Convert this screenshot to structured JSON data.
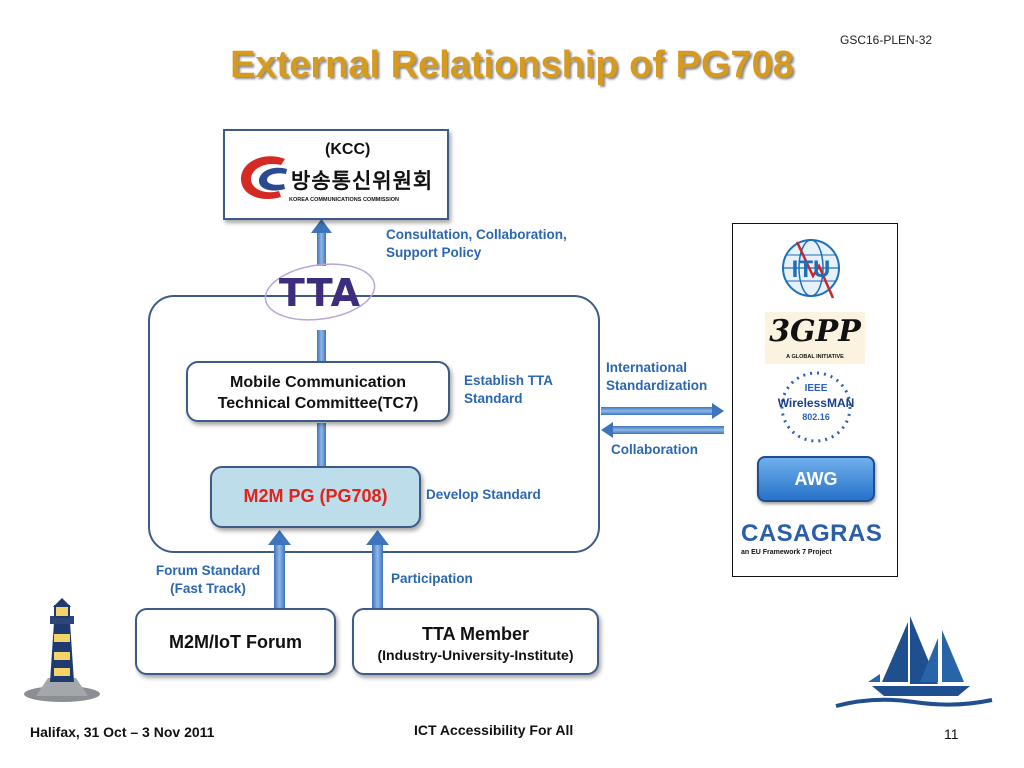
{
  "header": {
    "doc_id": "GSC16-PLEN-32",
    "title": "External Relationship of PG708"
  },
  "diagram": {
    "kcc": {
      "abbr": "(KCC)",
      "korean_name": "방송통신위원회",
      "english_name": "KOREA COMMUNICATIONS COMMISSION"
    },
    "tta_logo": "TTA",
    "tc7": {
      "line1": "Mobile Communication",
      "line2": "Technical Committee(TC7)"
    },
    "pg": "M2M PG (PG708)",
    "forum": "M2M/IoT Forum",
    "member": {
      "title": "TTA Member",
      "subtitle": "(Industry-University-Institute)"
    },
    "labels": {
      "consultation_1": "Consultation, Collaboration,",
      "consultation_2": "Support Policy",
      "establish_1": "Establish TTA",
      "establish_2": "Standard",
      "develop": "Develop Standard",
      "forum_std_1": "Forum Standard",
      "forum_std_2": "(Fast Track)",
      "participation": "Participation",
      "intl_1": "International",
      "intl_2": "Standardization",
      "collaboration": "Collaboration"
    },
    "orgs": {
      "itu": "ITU",
      "gpp": "3GPP",
      "gpp_sub": "A GLOBAL INITIATIVE",
      "ieee": "IEEE",
      "wirelessman": "WirelessMAN",
      "ieee_num": "802.16",
      "awg": "AWG",
      "casagras": "CASAGRAS",
      "casagras_sub": "an EU Framework 7 Project"
    }
  },
  "footer": {
    "left": "Halifax, 31 Oct – 3 Nov 2011",
    "center": "ICT Accessibility For All",
    "page": "11"
  },
  "colors": {
    "title": "#d69a1f",
    "label_blue": "#2b67b0",
    "arrow_blue": "#5b8fd0",
    "box_border": "#3c5b89",
    "pg_fill": "#bcdde9",
    "pg_text": "#e0231b"
  }
}
